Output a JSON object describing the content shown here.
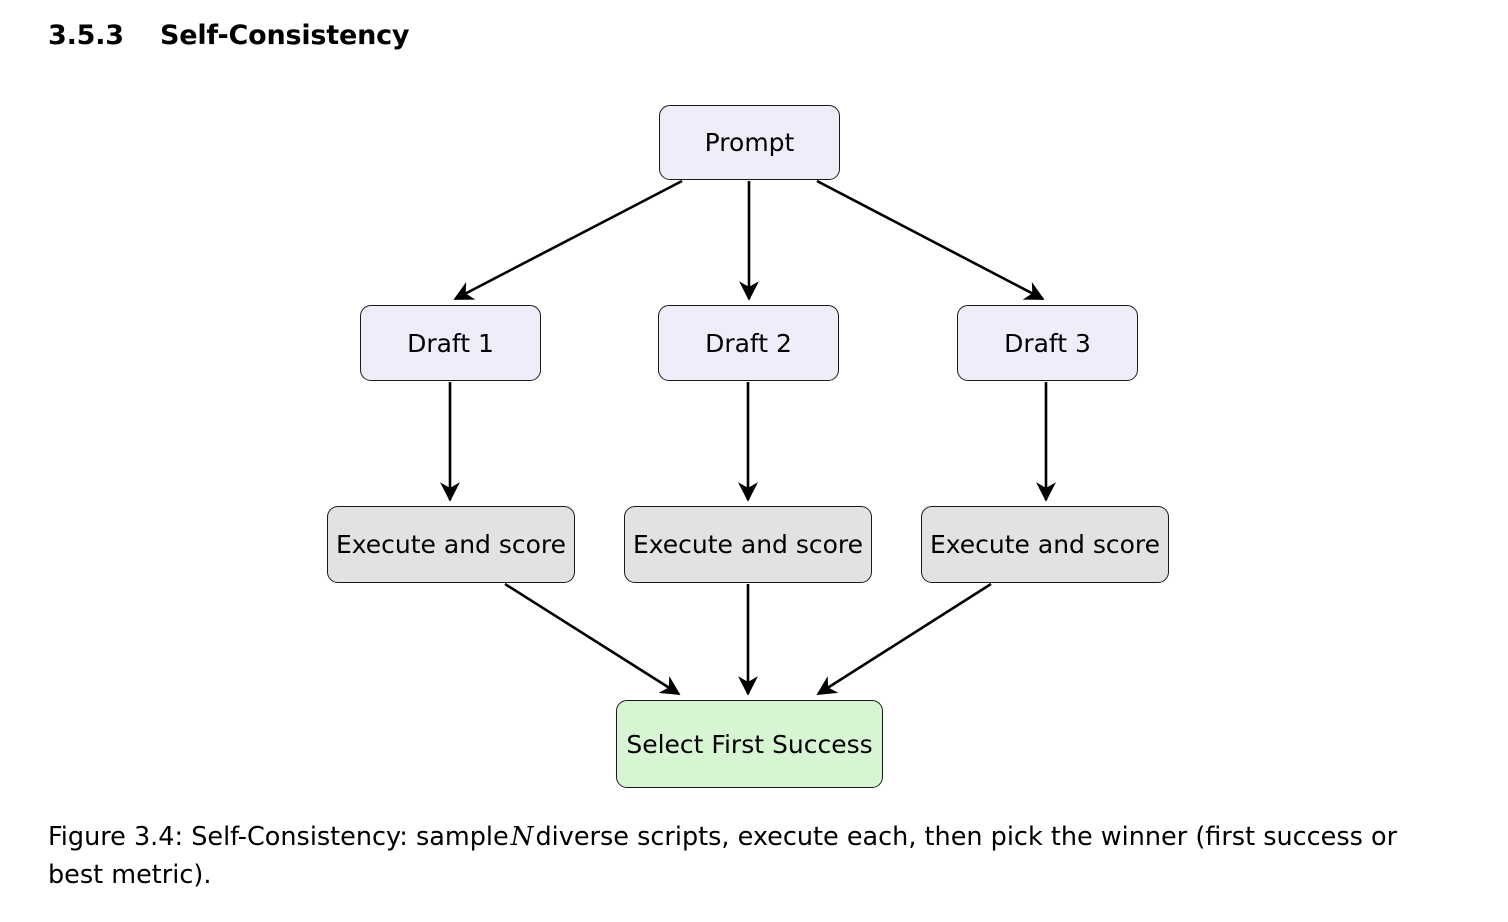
{
  "section": {
    "number": "3.5.3",
    "title": "Self-Consistency"
  },
  "figure": {
    "nodes": [
      {
        "id": "prompt",
        "label": "Prompt",
        "fill": "#eeeefb"
      },
      {
        "id": "draft1",
        "label": "Draft 1",
        "fill": "#eeeefb"
      },
      {
        "id": "draft2",
        "label": "Draft 2",
        "fill": "#eeeefb"
      },
      {
        "id": "draft3",
        "label": "Draft 3",
        "fill": "#eeeefb"
      },
      {
        "id": "exec1",
        "label": "Execute and score",
        "fill": "#e2e2e2"
      },
      {
        "id": "exec2",
        "label": "Execute and score",
        "fill": "#e2e2e2"
      },
      {
        "id": "exec3",
        "label": "Execute and score",
        "fill": "#e2e2e2"
      },
      {
        "id": "select",
        "label": "Select First Success",
        "fill": "#d7f5d3"
      }
    ],
    "edges": [
      {
        "from": "prompt",
        "to": "draft1"
      },
      {
        "from": "prompt",
        "to": "draft2"
      },
      {
        "from": "prompt",
        "to": "draft3"
      },
      {
        "from": "draft1",
        "to": "exec1"
      },
      {
        "from": "draft2",
        "to": "exec2"
      },
      {
        "from": "draft3",
        "to": "exec3"
      },
      {
        "from": "exec1",
        "to": "select"
      },
      {
        "from": "exec2",
        "to": "select"
      },
      {
        "from": "exec3",
        "to": "select"
      }
    ],
    "edge_color": "#000000"
  },
  "caption": {
    "label": "Figure 3.4:",
    "text_before_math": "Self-Consistency: sample",
    "math_symbol": "N",
    "text_after_math": "diverse scripts, execute each, then pick the winner (first success or best metric)."
  }
}
